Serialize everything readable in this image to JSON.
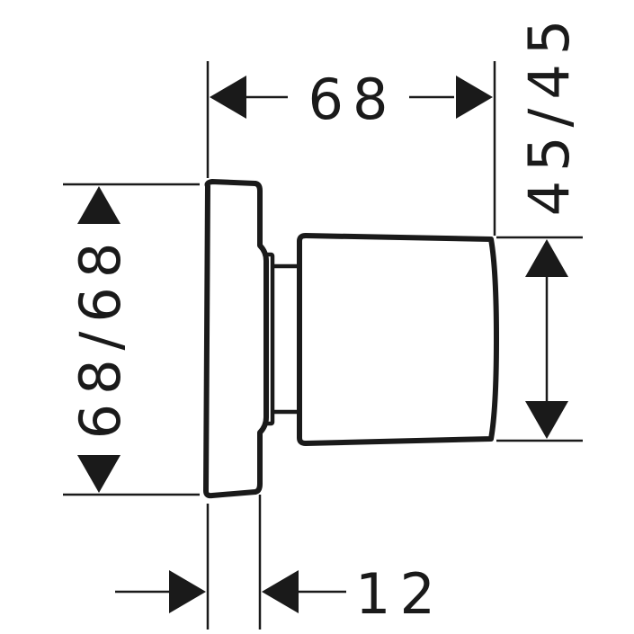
{
  "dimensions": {
    "overall_depth": "68",
    "plate_size": "68/68",
    "knob_size": "45/45",
    "plate_thickness": "12"
  },
  "colors": {
    "line": "#1a1a1a",
    "background": "#ffffff"
  }
}
